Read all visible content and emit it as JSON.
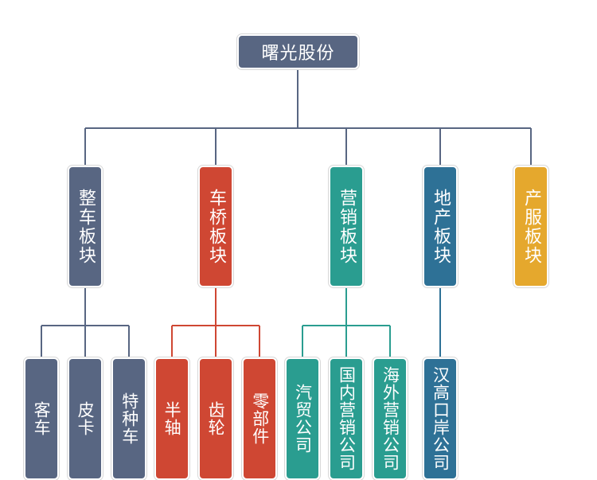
{
  "colors": {
    "slate": "#586682",
    "red": "#cf4733",
    "teal": "#2a9d90",
    "blue": "#2e7196",
    "yellow": "#e5a82d",
    "line_slate": "#586682",
    "line_red": "#cf4733",
    "line_teal": "#2a9d90",
    "line_blue": "#2e7196"
  },
  "root": {
    "label": "曙光股份"
  },
  "sectors": [
    {
      "label": "整车板块",
      "color": "#586682",
      "children": [
        "客车",
        "皮卡",
        "特种车"
      ]
    },
    {
      "label": "车桥板块",
      "color": "#cf4733",
      "children": [
        "半轴",
        "齿轮",
        "零部件"
      ]
    },
    {
      "label": "营销板块",
      "color": "#2a9d90",
      "children": [
        "汽贸公司",
        "国内营销公司",
        "海外营销公司"
      ]
    },
    {
      "label": "地产板块",
      "color": "#2e7196",
      "children": [
        "汉高口岸公司"
      ]
    },
    {
      "label": "产服板块",
      "color": "#e5a82d",
      "children": []
    }
  ]
}
